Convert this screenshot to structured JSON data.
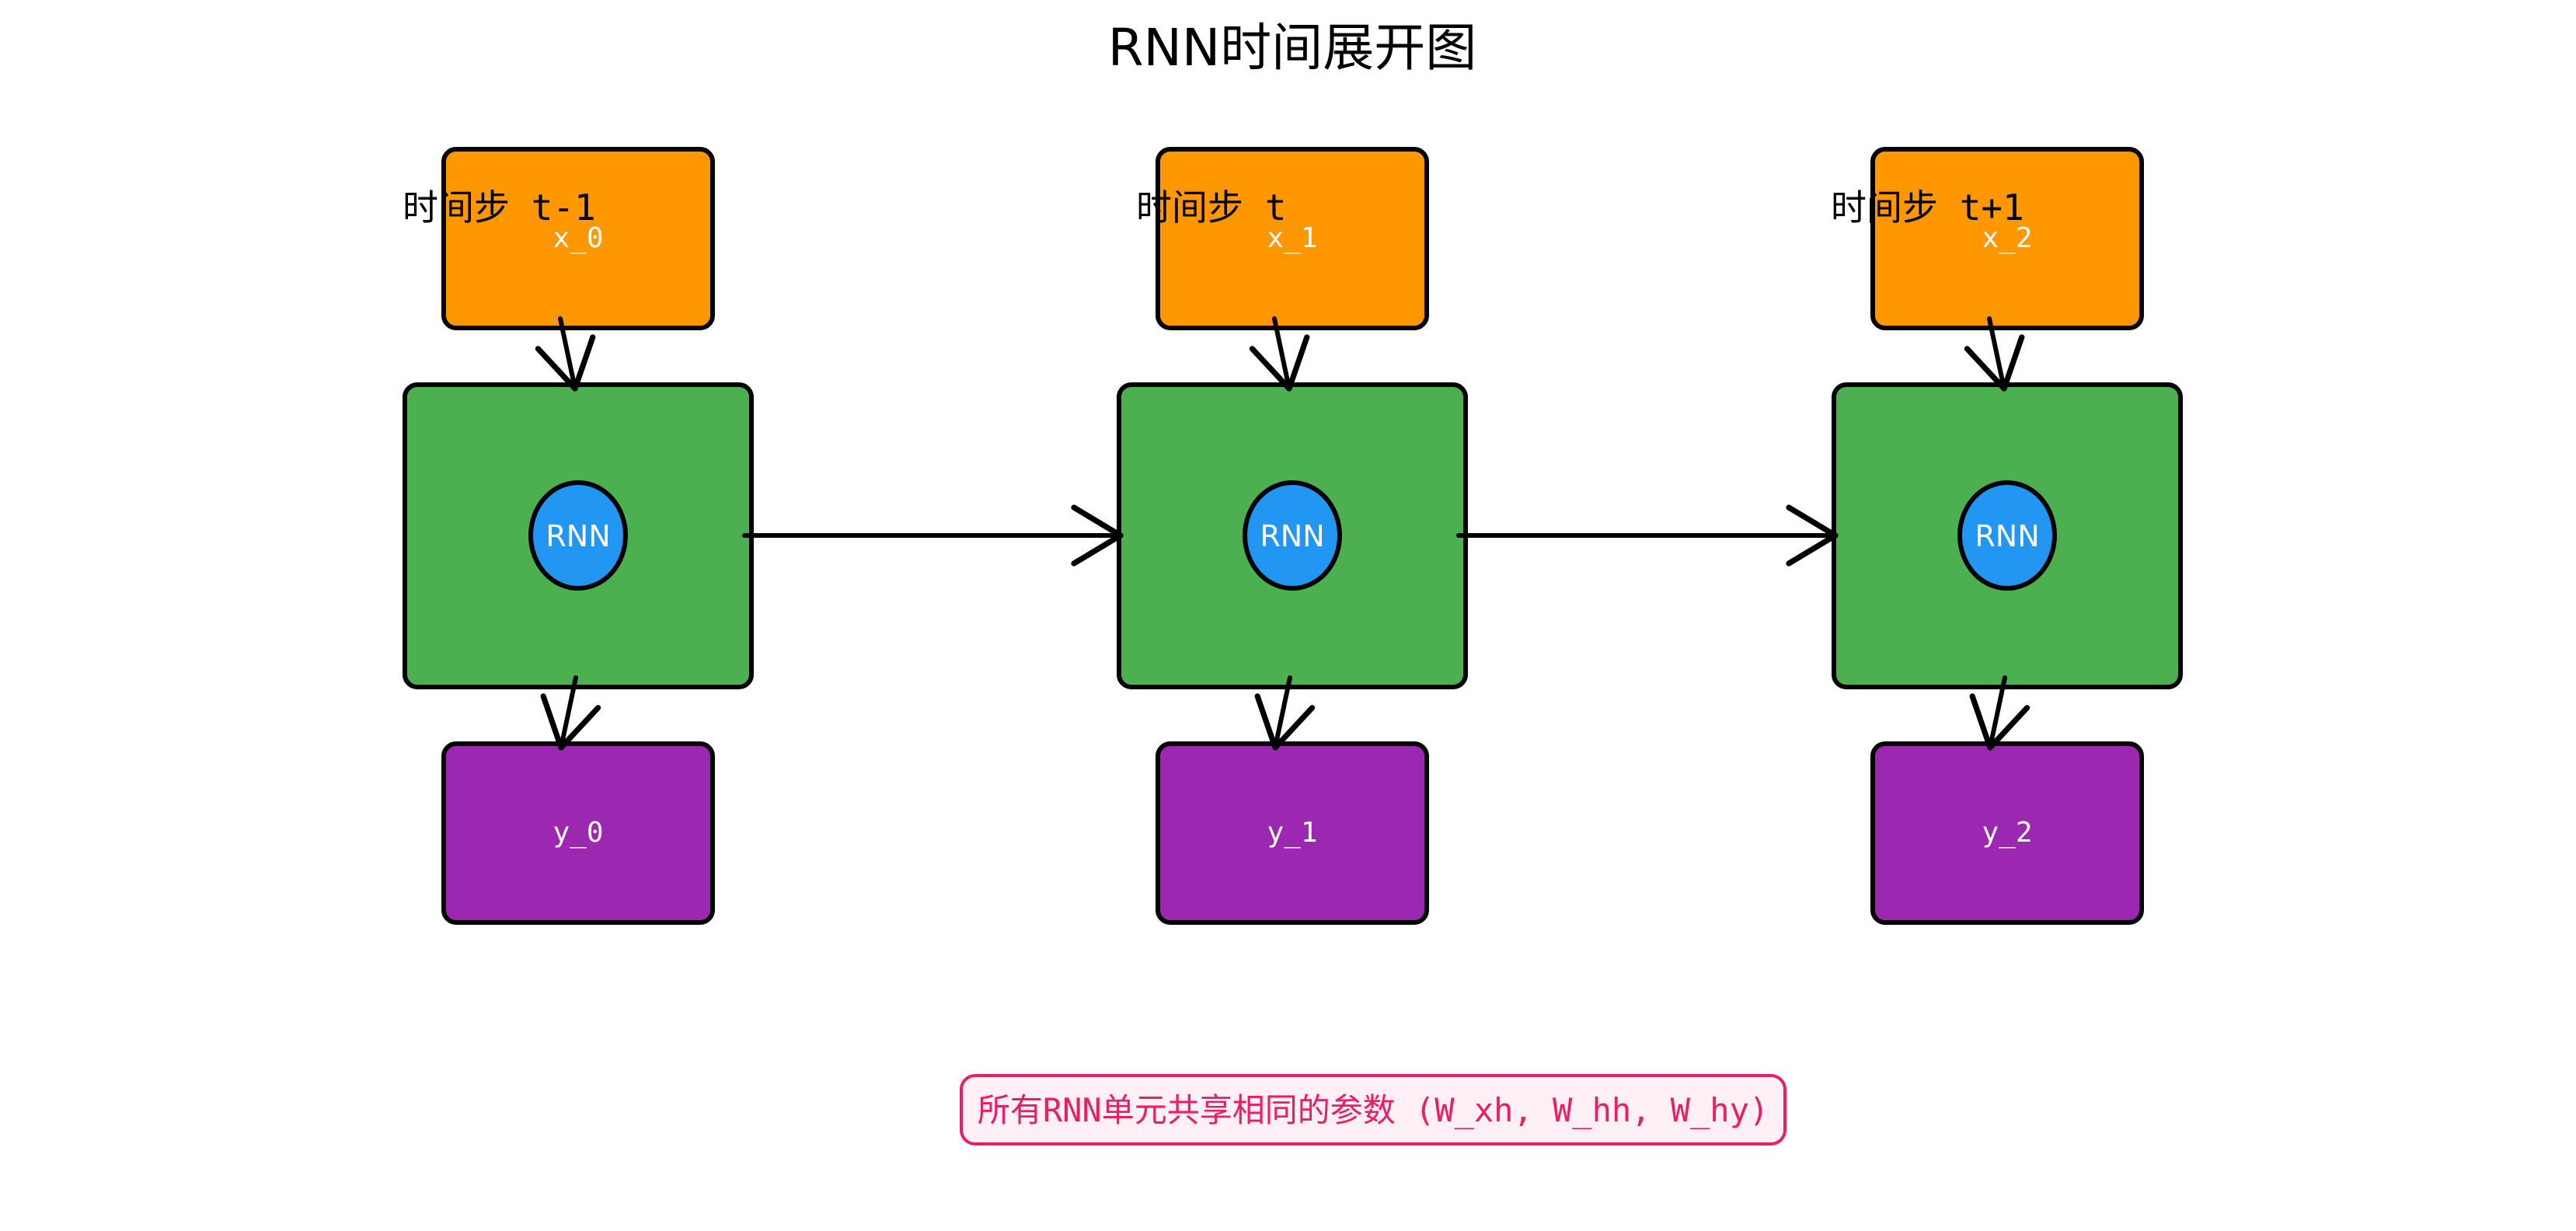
{
  "title": "RNN时间展开图",
  "colors": {
    "input": "#FF9800",
    "cell": "#4CAF50",
    "core": "#2196F3",
    "output": "#9C27B0",
    "note_border": "#E91E63",
    "note_fill": "#FFF0F5",
    "note_text": "#E91E63",
    "stroke": "#000000"
  },
  "steps": [
    {
      "time_label": "时间步 t-1",
      "input_label": "x_0",
      "core_label": "RNN",
      "output_label": "y_0"
    },
    {
      "time_label": "时间步 t",
      "input_label": "x_1",
      "core_label": "RNN",
      "output_label": "y_1"
    },
    {
      "time_label": "时间步 t+1",
      "input_label": "x_2",
      "core_label": "RNN",
      "output_label": "y_2"
    }
  ],
  "note": "所有RNN单元共享相同的参数 (W_xh, W_hh, W_hy)"
}
